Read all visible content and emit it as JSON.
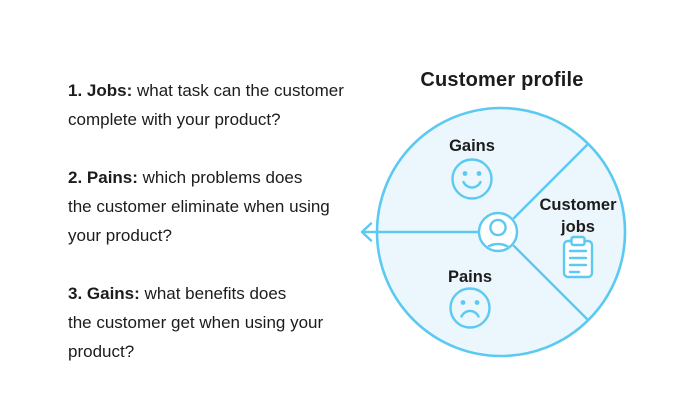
{
  "colors": {
    "accent": "#5BC9F1",
    "circle_fill": "#ECF7FD",
    "text": "#1C1C1C",
    "background": "#FFFFFF"
  },
  "left_panel": {
    "items": [
      {
        "label": "1. Jobs:",
        "lines": [
          "what task can the customer",
          "complete with your product?"
        ]
      },
      {
        "label": "2. Pains:",
        "lines": [
          "which problems does",
          "the customer eliminate when using",
          "your product?"
        ]
      },
      {
        "label": "3. Gains:",
        "lines": [
          "what benefits does",
          "the customer get when using your",
          "product?"
        ]
      }
    ]
  },
  "diagram": {
    "title": "Customer profile",
    "segments": [
      {
        "label": "Gains",
        "icon": "smiley-face-icon"
      },
      {
        "label": "Customer jobs",
        "icon": "clipboard-icon"
      },
      {
        "label": "Pains",
        "icon": "sad-face-icon"
      }
    ],
    "center_icon": "user-icon",
    "arrow_icon": "left-arrow-icon"
  }
}
